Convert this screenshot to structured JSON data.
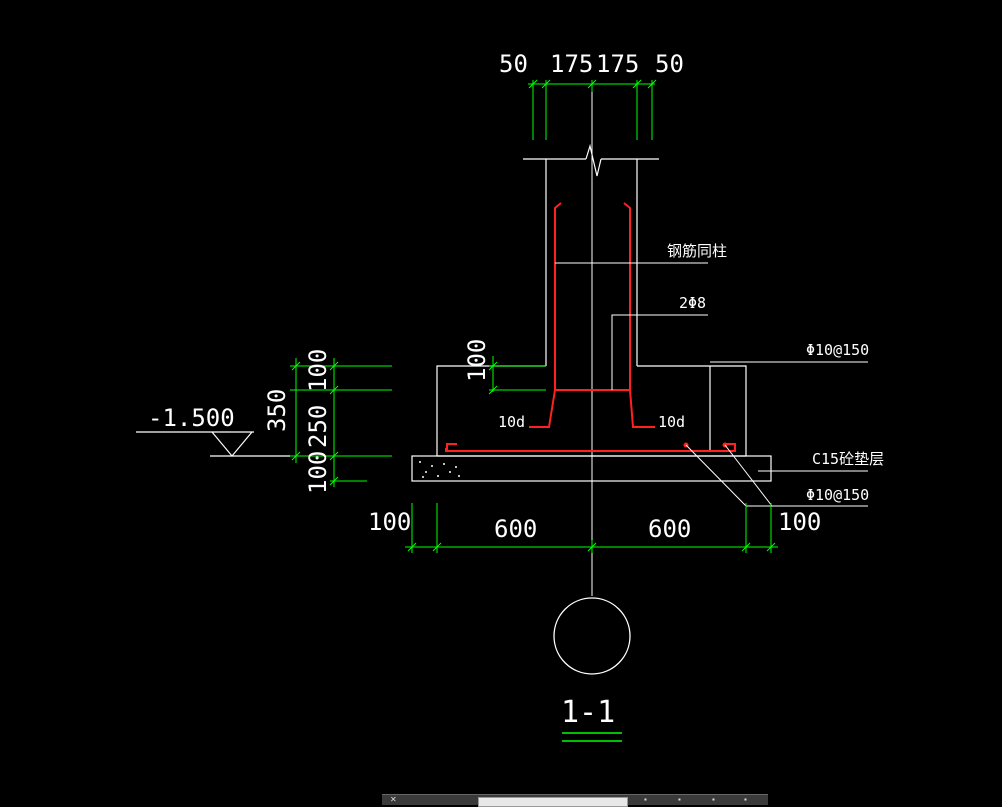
{
  "drawing": {
    "colors": {
      "background": "#000000",
      "outline": "#ffffff",
      "dimension": "#00ff00",
      "rebar": "#ff2020"
    },
    "top_dims": [
      "50",
      "175",
      "175",
      "50"
    ],
    "left_dims": {
      "total": "350",
      "upper": "100",
      "middle": "250",
      "lower": "100",
      "inner": "100"
    },
    "elevation": "-1.500",
    "bottom_dims": {
      "left_offset": "100",
      "left_half": "600",
      "right_half": "600",
      "right_offset": "100"
    },
    "labels": {
      "anchor_rebar": "钢筋同柱",
      "stirrup": "2Φ8",
      "top_bar": "Φ10@150",
      "cushion": "C15砼垫层",
      "bottom_bar": "Φ10@150",
      "hook_left": "10d",
      "hook_right": "10d"
    },
    "section_title": "1-1"
  }
}
